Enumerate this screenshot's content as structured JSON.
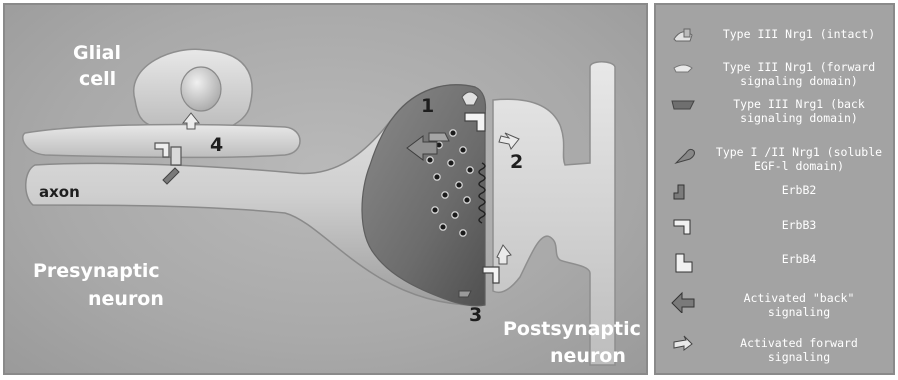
{
  "diagram": {
    "labels": {
      "glial_cell": "Glial\ncell",
      "axon": "axon",
      "presynaptic": "Presynaptic\nneuron",
      "postsynaptic": "Postsynaptic\nneuron",
      "site1": "1",
      "site2": "2",
      "site3": "3",
      "site4": "4"
    }
  },
  "legend": {
    "items": [
      {
        "label": "Type III Nrg1 (intact)",
        "icon": "nrg1-intact-icon"
      },
      {
        "label": "Type III Nrg1 (forward\nsignaling domain)",
        "icon": "nrg1-forward-domain-icon"
      },
      {
        "label": "Type III Nrg1  (back\nsignaling domain)",
        "icon": "nrg1-back-domain-icon"
      },
      {
        "label": "Type I /II Nrg1 (soluble\nEGF-l domain)",
        "icon": "nrg1-soluble-egf-icon"
      },
      {
        "label": "ErbB2",
        "icon": "erbb2-icon"
      },
      {
        "label": "ErbB3",
        "icon": "erbb3-icon"
      },
      {
        "label": "ErbB4",
        "icon": "erbb4-icon"
      },
      {
        "label": "Activated \"back\"\nsignaling",
        "icon": "back-signaling-arrow-icon"
      },
      {
        "label": "Activated forward\nsignaling",
        "icon": "forward-signaling-arrow-icon"
      }
    ]
  },
  "colors": {
    "background": "#a9a9a9",
    "cell_body": "#d6d6d6",
    "terminal_dark": "#6f6f6f",
    "text_light": "#ffffff",
    "text_dark": "#1e1e1e"
  }
}
